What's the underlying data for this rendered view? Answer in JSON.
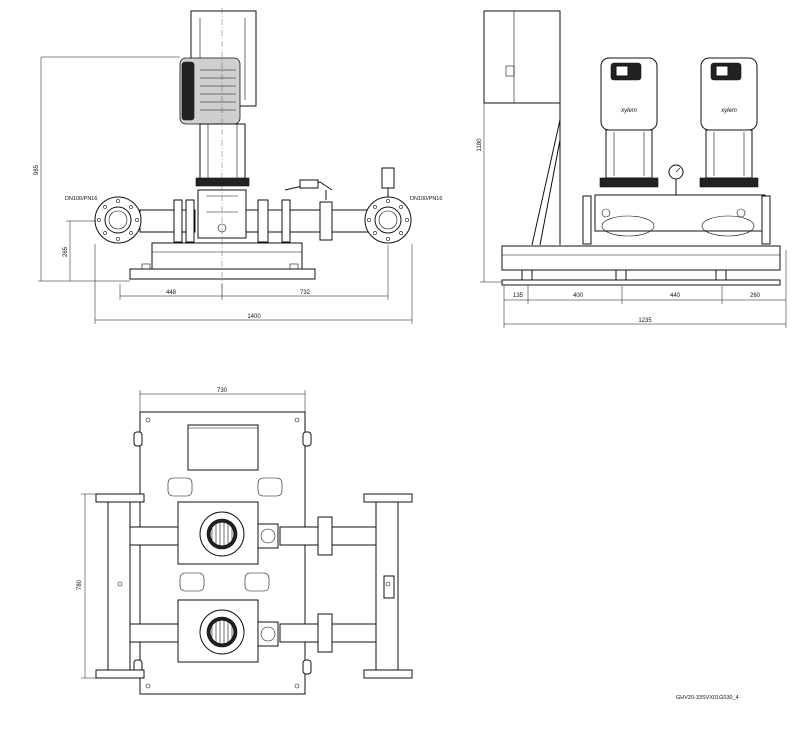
{
  "front_view": {
    "height_dim": "985",
    "inlet_height_dim": "265",
    "left_flange_label": "DN100/PN16",
    "right_flange_label": "DN100/PN16",
    "left_offset_dim": "448",
    "right_offset_dim": "732",
    "overall_width_dim": "1400"
  },
  "side_view": {
    "height_dim": "1180",
    "dims": [
      "135",
      "400",
      "440",
      "260"
    ],
    "overall_depth_dim": "1235",
    "brand": "xylem"
  },
  "top_view": {
    "width_dim": "730",
    "pitch_dim": "780"
  },
  "drawing_code": "GHV20-33SVX01G030_4"
}
